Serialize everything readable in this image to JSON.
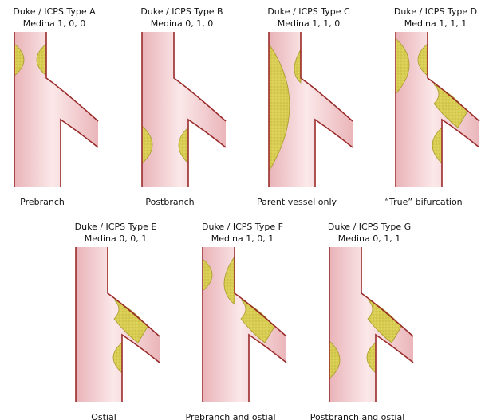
{
  "panels": [
    {
      "id": "A",
      "type_label": "Duke / ICPS Type A",
      "medina": "Medina 1, 0, 0",
      "caption": "Prebranch",
      "lesions": [
        "pb-left",
        "pb-right"
      ]
    },
    {
      "id": "B",
      "type_label": "Duke / ICPS Type B",
      "medina": "Medina 0, 1, 0",
      "caption": "Postbranch",
      "lesions": [
        "post-left",
        "post-right"
      ]
    },
    {
      "id": "C",
      "type_label": "Duke / ICPS Type C",
      "medina": "Medina 1, 1, 0",
      "caption": "Parent vessel only",
      "lesions": [
        "long-left",
        "long-right"
      ]
    },
    {
      "id": "D",
      "type_label": "Duke / ICPS Type D",
      "medina": "Medina 1, 1, 1",
      "caption": "“True” bifurcation",
      "lesions": [
        "pb-left-long",
        "pb-right",
        "post-right",
        "ostial"
      ]
    },
    {
      "id": "E",
      "type_label": "Duke / ICPS Type E",
      "medina": "Medina 0, 0, 1",
      "caption": "Ostial",
      "lesions": [
        "ostial",
        "post-right-small"
      ]
    },
    {
      "id": "F",
      "type_label": "Duke / ICPS Type F",
      "medina": "Medina 1, 0, 1",
      "caption": "Prebranch and ostial",
      "lesions": [
        "pb-left",
        "pb-right-long",
        "ostial"
      ]
    },
    {
      "id": "G",
      "type_label": "Duke / ICPS Type G",
      "medina": "Medina 0, 1, 1",
      "caption": "Postbranch and ostial",
      "lesions": [
        "post-left",
        "ostial",
        "post-right-small"
      ]
    }
  ],
  "colors": {
    "vessel_fill": "#f4cdd0",
    "vessel_highlight": "#fbe8e9",
    "vessel_wall": "#9a2a2a",
    "plaque_fill": "#d8cd52",
    "plaque_edge": "#a89a2c"
  }
}
